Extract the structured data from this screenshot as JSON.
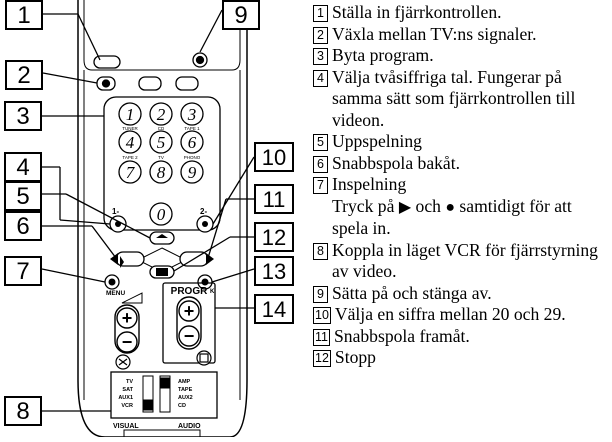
{
  "callouts": {
    "c1": "1",
    "c2": "2",
    "c3": "3",
    "c4": "4",
    "c5": "5",
    "c6": "6",
    "c7": "7",
    "c8": "8",
    "c9": "9",
    "c10": "10",
    "c11": "11",
    "c12": "12",
    "c13": "13",
    "c14": "14"
  },
  "remote": {
    "digits": [
      "1",
      "2",
      "3",
      "4",
      "5",
      "6",
      "7",
      "8",
      "9",
      "0"
    ],
    "digit_labels": {
      "tuner": "TUNER",
      "cd": "CD",
      "tape1": "TAPE 1",
      "tape2": "TAPE 2",
      "tv": "TV",
      "phono": "PHONO"
    },
    "one_dash": "1-",
    "two_dash": "2-",
    "menu": "MENU",
    "progr": "PROGR",
    "plus": "+",
    "minus": "−",
    "left_switch": [
      "TV",
      "SAT",
      "AUX1",
      "VCR"
    ],
    "right_switch": [
      "AMP",
      "TAPE",
      "AUX2",
      "CD"
    ],
    "visual": "VISUAL",
    "audio": "AUDIO"
  },
  "legend": [
    {
      "num": "1",
      "text": "Ställa in fjärrkontrollen."
    },
    {
      "num": "2",
      "text": "Växla mellan TV:ns signaler."
    },
    {
      "num": "3",
      "text": "Byta program."
    },
    {
      "num": "4",
      "text": "Välja tvåsiffriga tal. Fungerar på samma sätt som fjärrkontrollen till videon."
    },
    {
      "num": "5",
      "text": "Uppspelning"
    },
    {
      "num": "6",
      "text": "Snabbspola bakåt."
    },
    {
      "num": "7",
      "text": "Inspelning",
      "extra_before": "Tryck på",
      "extra_mid": "och",
      "extra_after": "samtidigt för att spela in."
    },
    {
      "num": "8",
      "text": "Koppla in läget VCR för fjärrstyrning av video."
    },
    {
      "num": "9",
      "text": "Sätta på och stänga av."
    },
    {
      "num": "10",
      "text": "Välja en siffra mellan 20 och 29."
    },
    {
      "num": "11",
      "text": "Snabbspola framåt."
    },
    {
      "num": "12",
      "text": "Stopp"
    }
  ]
}
